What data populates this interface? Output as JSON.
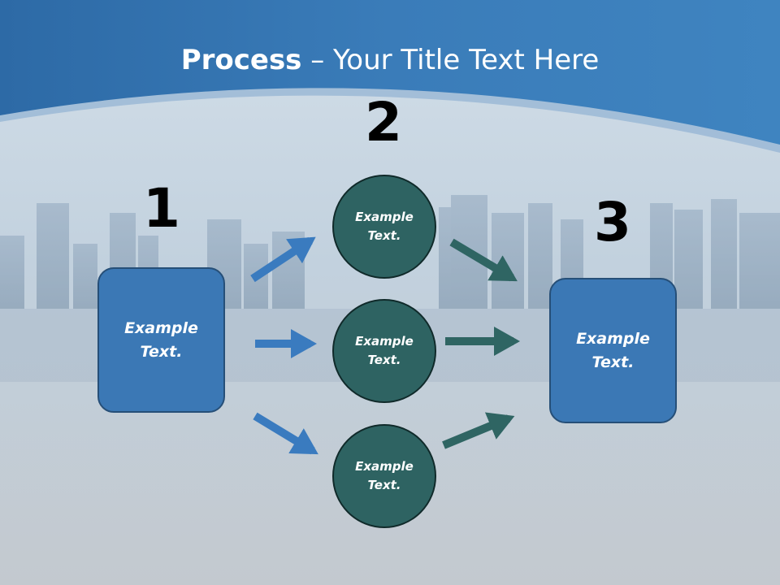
{
  "title": {
    "bold": "Process",
    "rest": " – Your Title Text Here"
  },
  "steps": [
    {
      "number": "1",
      "text": "Example\nText."
    },
    {
      "number": "2",
      "text": ""
    },
    {
      "number": "3",
      "text": "Example\nText."
    }
  ],
  "circles": [
    {
      "text": "Example\nText."
    },
    {
      "text": "Example\nText."
    },
    {
      "text": "Example\nText."
    }
  ],
  "colors": {
    "header_blue": "#3478b4",
    "box_blue": "#3b78b5",
    "circle_teal": "#2e6362",
    "arrow_blue": "#3a7bbf",
    "arrow_teal": "#2f6563"
  }
}
